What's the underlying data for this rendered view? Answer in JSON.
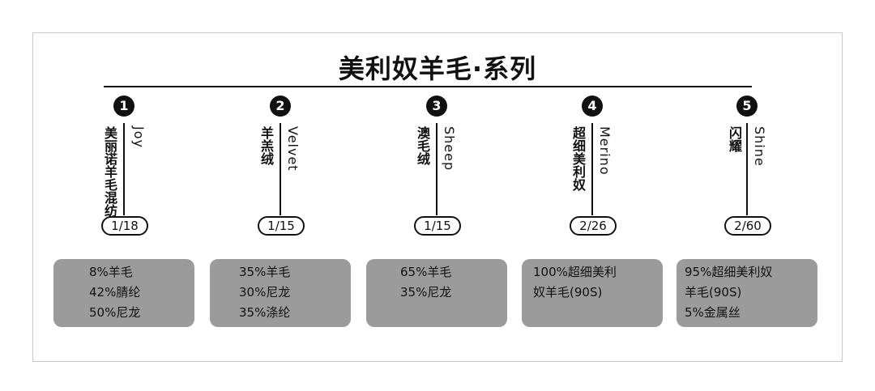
{
  "title": "美利奴羊毛·系列",
  "series": [
    {
      "num": "1",
      "name_cn": "美丽诺羊毛混纺",
      "name_en": "Joy",
      "ratio": "1/18",
      "composition": [
        "8%羊毛",
        "42%腈纶",
        "50%尼龙"
      ]
    },
    {
      "num": "2",
      "name_cn": "羊羔绒",
      "name_en": "Velvet",
      "ratio": "1/15",
      "composition": [
        "35%羊毛",
        "30%尼龙",
        "35%涤纶"
      ]
    },
    {
      "num": "3",
      "name_cn": "澳毛绒",
      "name_en": "Sheep",
      "ratio": "1/15",
      "composition": [
        "65%羊毛",
        "35%尼龙"
      ]
    },
    {
      "num": "4",
      "name_cn": "超细美利奴",
      "name_en": "Merino",
      "ratio": "2/26",
      "composition": [
        "100%超细美利",
        "奴羊毛(90S)"
      ]
    },
    {
      "num": "5",
      "name_cn": "闪耀",
      "name_en": "Shine",
      "ratio": "2/60",
      "composition": [
        "95%超细美利奴",
        "羊毛(90S)",
        "5%金属丝"
      ]
    }
  ]
}
